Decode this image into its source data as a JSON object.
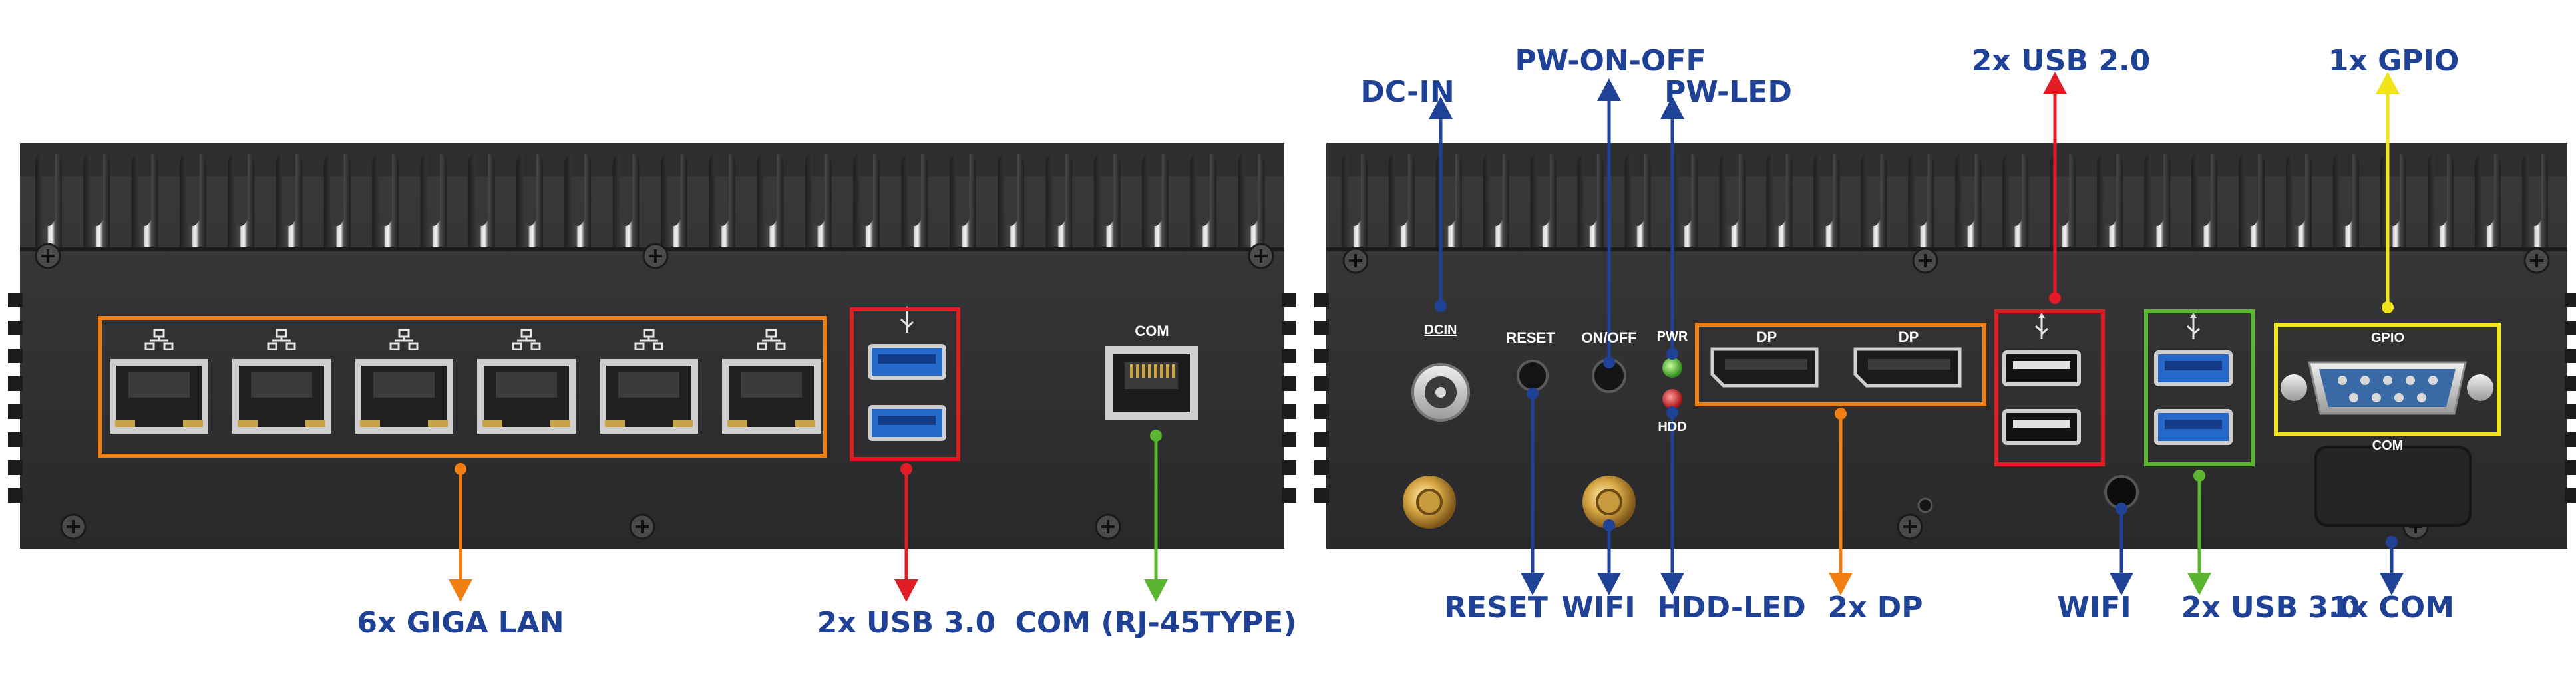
{
  "panels": {
    "left_port_labels": {
      "com": "COM"
    },
    "right_port_labels": {
      "dcin": "DCIN",
      "reset": "RESET",
      "onoff": "ON/OFF",
      "pwr": "PWR",
      "hdd": "HDD",
      "dp1": "DP",
      "dp2": "DP",
      "gpio": "GPIO",
      "com": "COM"
    }
  },
  "callouts": {
    "left": {
      "lan": "6x GIGA LAN",
      "usb30": "2x USB 3.0",
      "com": "COM (RJ-45TYPE)"
    },
    "right": {
      "dcin": "DC-IN",
      "pw_on_off": "PW-ON-OFF",
      "pw_led": "PW-LED",
      "usb20": "2x USB 2.0",
      "gpio": "1x GPIO",
      "reset": "RESET",
      "wifi1": "WIFI",
      "hdd_led": "HDD-LED",
      "dp": "2x DP",
      "wifi2": "WIFI",
      "usb30": "2x USB 3.0",
      "com": "1x COM"
    }
  },
  "colors": {
    "label_blue": "#1f4196",
    "orange": "#f07f13",
    "red": "#e01d24",
    "green": "#5cb531",
    "yellow": "#f2e41a",
    "usb3_blue": "#2468c9",
    "chassis": "#2a2a2c"
  },
  "icons": [
    "network-icon",
    "usb-icon",
    "screw-icon",
    "antenna-connector-icon"
  ]
}
